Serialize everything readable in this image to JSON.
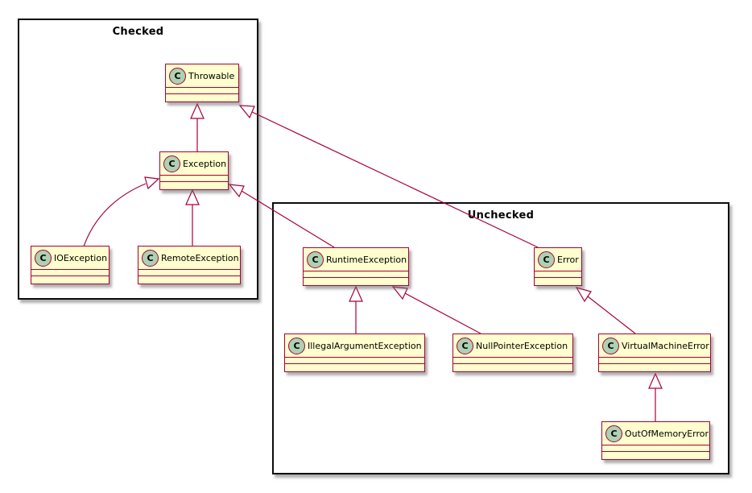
{
  "diagram_type": "uml-class-diagram",
  "packages": [
    {
      "label": "Checked"
    },
    {
      "label": "Unchecked"
    }
  ],
  "classes": [
    {
      "name": "Throwable",
      "stereotype": "C",
      "package": "Checked"
    },
    {
      "name": "Exception",
      "stereotype": "C",
      "package": "Checked"
    },
    {
      "name": "IOException",
      "stereotype": "C",
      "package": "Checked"
    },
    {
      "name": "RemoteException",
      "stereotype": "C",
      "package": "Checked"
    },
    {
      "name": "RuntimeException",
      "stereotype": "C",
      "package": "Unchecked"
    },
    {
      "name": "Error",
      "stereotype": "C",
      "package": "Unchecked"
    },
    {
      "name": "IllegalArgumentException",
      "stereotype": "C",
      "package": "Unchecked"
    },
    {
      "name": "NullPointerException",
      "stereotype": "C",
      "package": "Unchecked"
    },
    {
      "name": "VirtualMachineError",
      "stereotype": "C",
      "package": "Unchecked"
    },
    {
      "name": "OutOfMemoryError",
      "stereotype": "C",
      "package": "Unchecked"
    }
  ],
  "relations": [
    {
      "from": "Exception",
      "to": "Throwable",
      "type": "generalization"
    },
    {
      "from": "IOException",
      "to": "Exception",
      "type": "generalization"
    },
    {
      "from": "RemoteException",
      "to": "Exception",
      "type": "generalization"
    },
    {
      "from": "RuntimeException",
      "to": "Exception",
      "type": "generalization"
    },
    {
      "from": "Error",
      "to": "Throwable",
      "type": "generalization"
    },
    {
      "from": "IllegalArgumentException",
      "to": "RuntimeException",
      "type": "generalization"
    },
    {
      "from": "NullPointerException",
      "to": "RuntimeException",
      "type": "generalization"
    },
    {
      "from": "VirtualMachineError",
      "to": "Error",
      "type": "generalization"
    },
    {
      "from": "OutOfMemoryError",
      "to": "VirtualMachineError",
      "type": "generalization"
    }
  ],
  "colors": {
    "class_fill": "#FEFECE",
    "class_border": "#A80036",
    "circle_fill": "#ADD1B2",
    "circle_border": "#A80036",
    "relation_line": "#A80036",
    "arrowhead_fill": "#FFFFFF",
    "package_border": "#0C0C0C",
    "background": "#FFFFFF",
    "text": "#000000"
  }
}
